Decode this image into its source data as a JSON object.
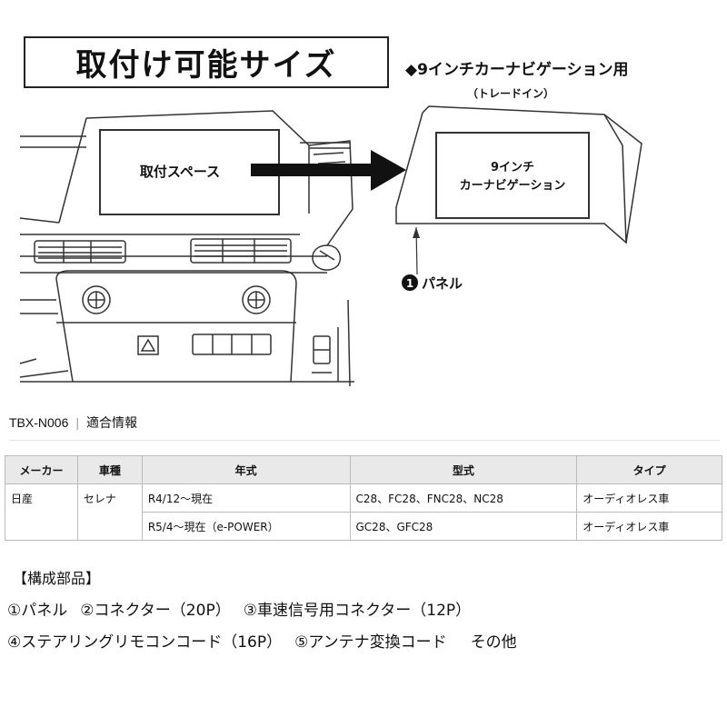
{
  "title": "取付け可能サイズ",
  "nav": {
    "heading": "◆9インチカーナビゲーション用",
    "subheading": "（トレードイン）"
  },
  "illustration": {
    "space_label": "取付スペース",
    "screen_line1": "9インチ",
    "screen_line2": "カーナビゲーション",
    "panel_number": "1",
    "panel_label": "パネル"
  },
  "model": {
    "code": "TBX-N006",
    "separator": "|",
    "info_label": "適合情報"
  },
  "table": {
    "headers": [
      "メーカー",
      "車種",
      "年式",
      "型式",
      "タイプ"
    ],
    "rows": [
      [
        "日産",
        "セレナ",
        "R4/12〜現在",
        "C28、FC28、FNC28、NC28",
        "オーディオレス車"
      ],
      [
        "",
        "",
        "R5/4〜現在（e-POWER）",
        "GC28、GFC28",
        "オーディオレス車"
      ]
    ]
  },
  "parts": {
    "heading": "【構成部品】",
    "line1": [
      "①パネル",
      "②コネクター（20P）",
      "③車速信号用コネクター（12P）"
    ],
    "line2": [
      "④ステアリングリモコンコード（16P）",
      "⑤アンテナ変換コード",
      "その他"
    ]
  }
}
